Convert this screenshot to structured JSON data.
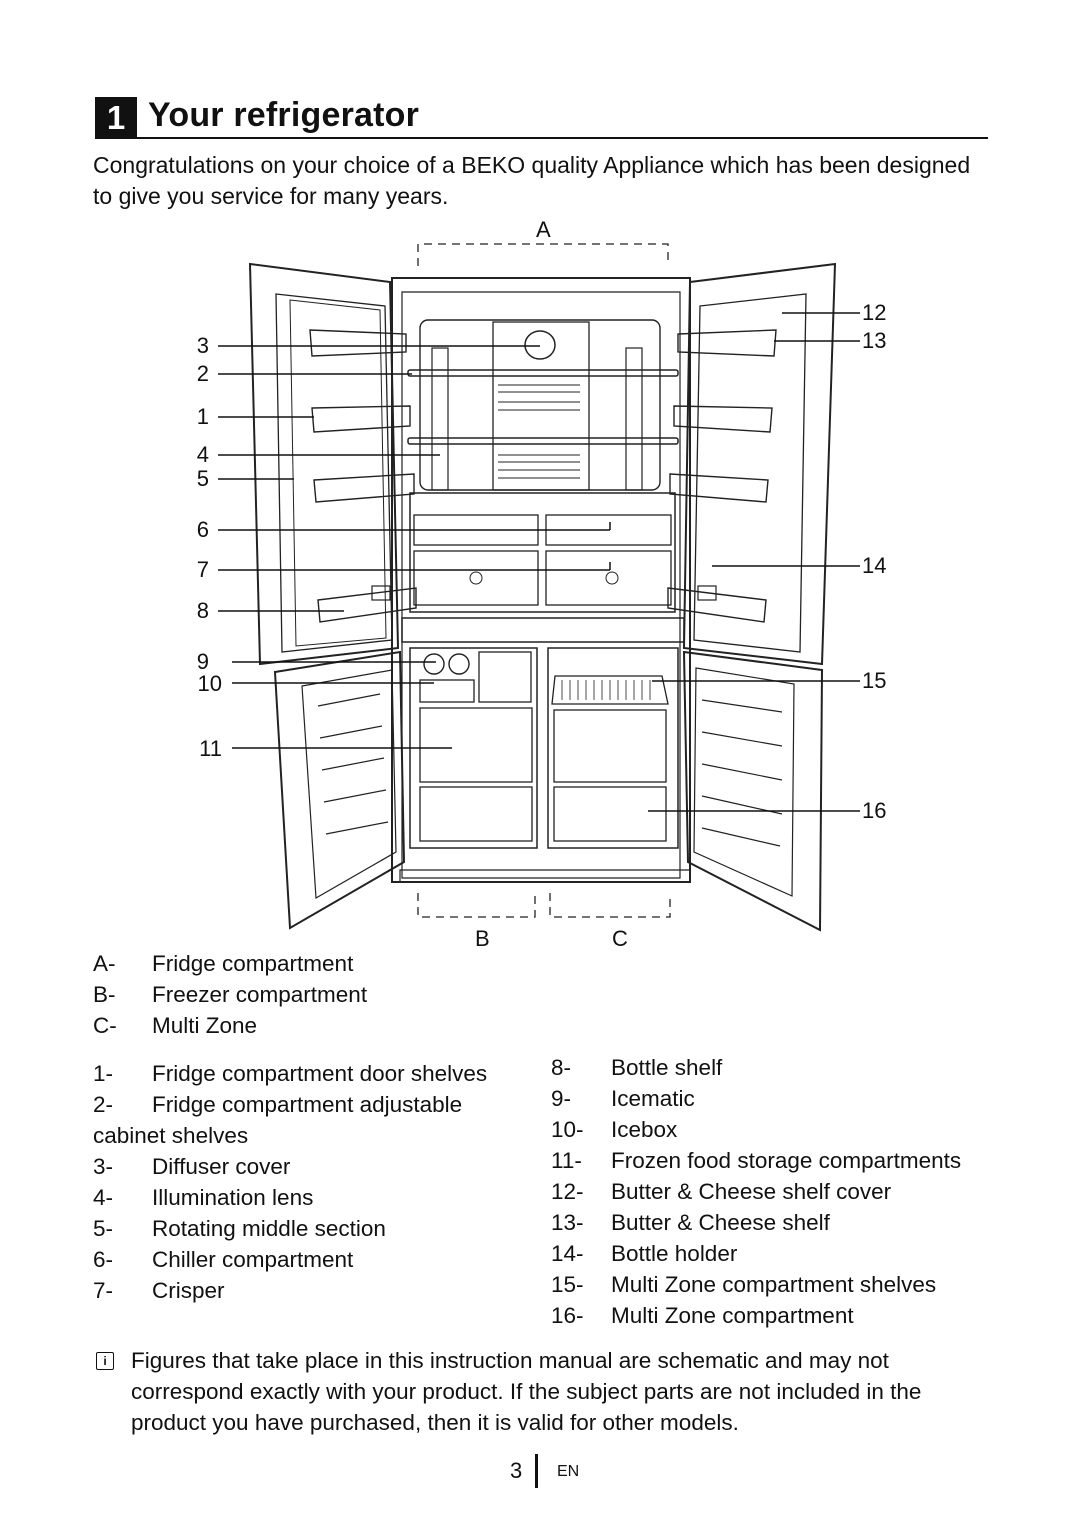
{
  "header": {
    "section_number": "1",
    "title": "Your refrigerator"
  },
  "intro": "Congratulations on your choice of a BEKO quality Appliance which has been designed to give you service for many years.",
  "figure": {
    "zone_labels": {
      "a": "A",
      "b": "B",
      "c": "C"
    },
    "callouts": {
      "c1": "1",
      "c2": "2",
      "c3": "3",
      "c4": "4",
      "c5": "5",
      "c6": "6",
      "c7": "7",
      "c8": "8",
      "c9": "9",
      "c10": "10",
      "c11": "11",
      "c12": "12",
      "c13": "13",
      "c14": "14",
      "c15": "15",
      "c16": "16"
    }
  },
  "zones": [
    {
      "key": "A-",
      "text": "Fridge compartment"
    },
    {
      "key": "B-",
      "text": "Freezer compartment"
    },
    {
      "key": "C-",
      "text": "Multi Zone"
    }
  ],
  "parts_left": [
    {
      "key": "1-",
      "text": "Fridge compartment door shelves"
    },
    {
      "key": "2-",
      "text": "Fridge compartment adjustable"
    },
    {
      "key": "",
      "text": "cabinet shelves"
    },
    {
      "key": "3-",
      "text": "Diffuser cover"
    },
    {
      "key": "4-",
      "text": "Illumination lens"
    },
    {
      "key": "5-",
      "text": "Rotating middle section"
    },
    {
      "key": "6-",
      "text": "Chiller compartment"
    },
    {
      "key": "7-",
      "text": "Crisper"
    }
  ],
  "parts_right": [
    {
      "key": "8-",
      "text": "Bottle shelf"
    },
    {
      "key": "9-",
      "text": "Icematic"
    },
    {
      "key": "10-",
      "text": "Icebox"
    },
    {
      "key": "11-",
      "text": "Frozen food storage compartments"
    },
    {
      "key": "12-",
      "text": "Butter & Cheese shelf cover"
    },
    {
      "key": "13-",
      "text": "Butter & Cheese shelf"
    },
    {
      "key": "14-",
      "text": "Bottle holder"
    },
    {
      "key": "15-",
      "text": "Multi Zone compartment shelves"
    },
    {
      "key": "16-",
      "text": "Multi Zone compartment"
    }
  ],
  "note": {
    "icon": "info-icon",
    "text": "Figures that take place in this instruction manual are schematic and may not correspond exactly with your product. If the subject parts are not included in the product you have purchased, then it is valid for other models."
  },
  "footer": {
    "page_number": "3",
    "language": "EN"
  }
}
